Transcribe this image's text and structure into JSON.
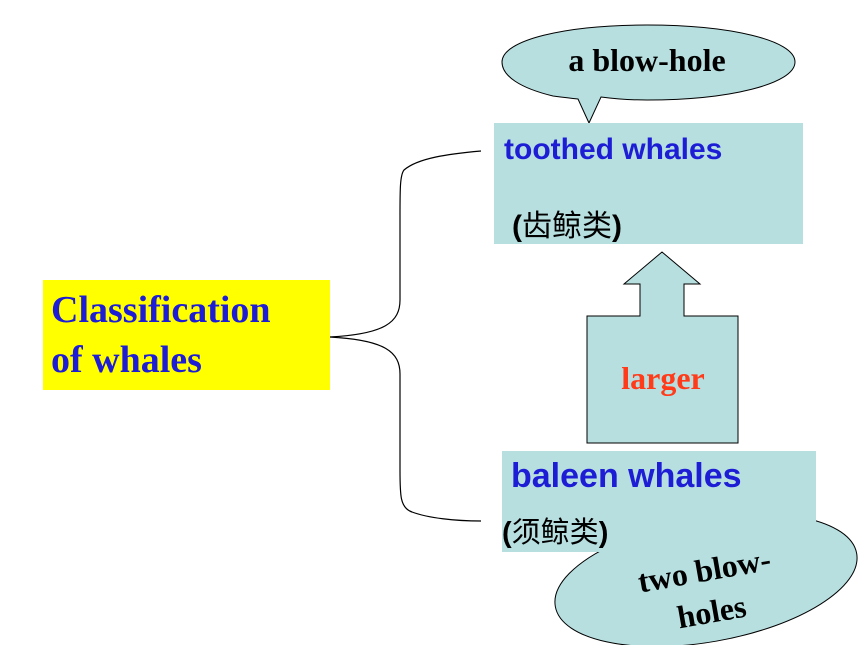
{
  "diagram": {
    "root": {
      "line1": "Classification",
      "line2": "of whales"
    },
    "branches": [
      {
        "name_en": "toothed whales",
        "name_cn": "齿鲸类",
        "callout": "a blow-hole"
      },
      {
        "name_en": "baleen whales",
        "name_cn": "须鲸类",
        "callout_line1": "two blow-",
        "callout_line2": "holes"
      }
    ],
    "arrow_label": "larger",
    "paren_open": "(",
    "paren_close": ")"
  },
  "colors": {
    "root_fill": "#ffff00",
    "root_text": "#1d1dd6",
    "box_fill": "#b7dfe0",
    "english_text": "#1d1dd6",
    "arrow_label": "#ff3b1a"
  }
}
